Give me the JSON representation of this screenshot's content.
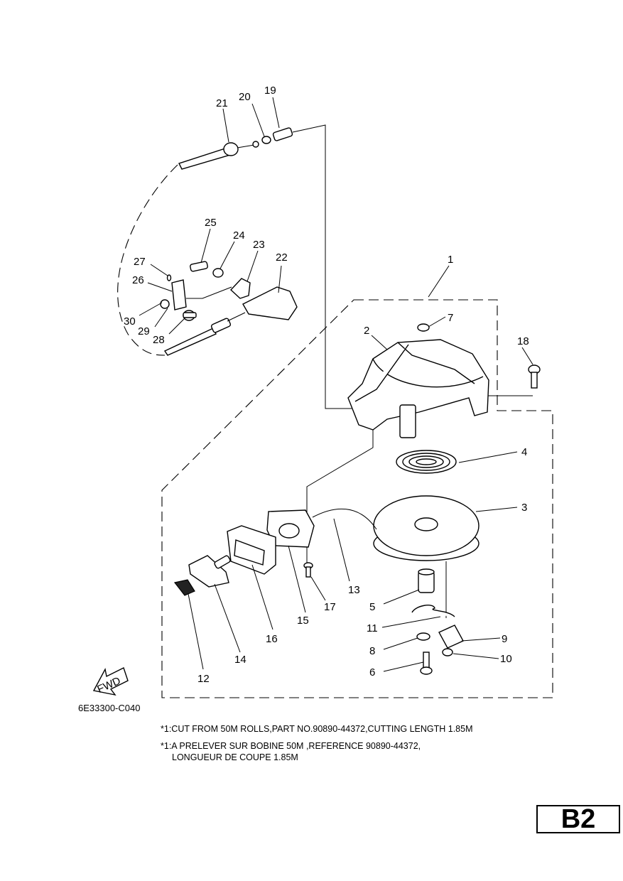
{
  "callouts": [
    "1",
    "2",
    "3",
    "4",
    "5",
    "6",
    "7",
    "8",
    "9",
    "10",
    "11",
    "12",
    "13",
    "14",
    "15",
    "16",
    "17",
    "18",
    "19",
    "20",
    "21",
    "22",
    "23",
    "24",
    "25",
    "26",
    "27",
    "28",
    "29",
    "30"
  ],
  "fwd_label": "FWD",
  "drawing_code": "6E33300-C040",
  "notes": [
    "*1:CUT FROM 50M ROLLS,PART NO.90890-44372,CUTTING LENGTH 1.85M",
    "*1:A PRELEVER SUR BOBINE 50M ,REFERENCE 90890-44372,",
    "LONGUEUR DE COUPE 1.85M"
  ],
  "page_badge": "B2"
}
